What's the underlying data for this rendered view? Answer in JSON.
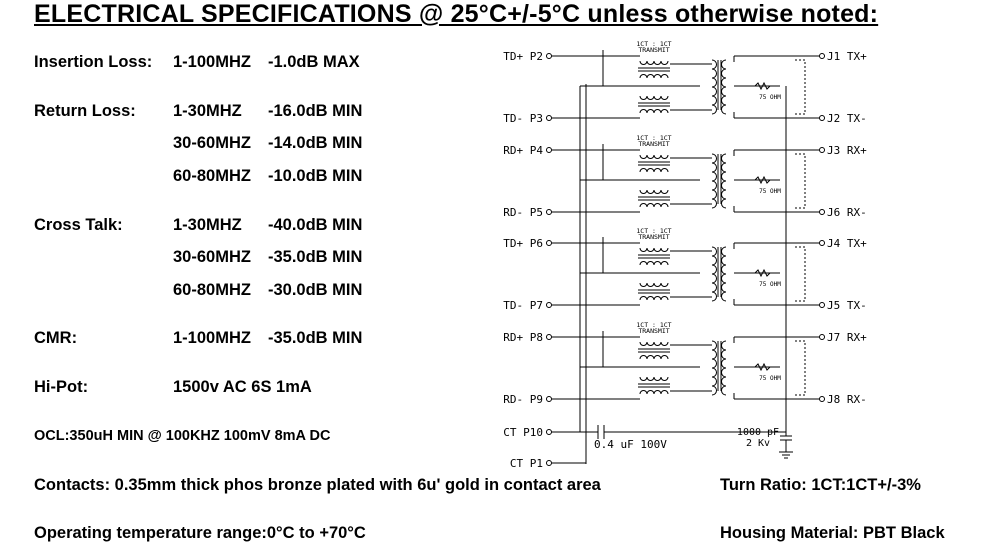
{
  "title": "ELECTRICAL SPECIFICATIONS @ 25°C+/-5°C unless otherwise noted:",
  "specs": {
    "insertion_loss": {
      "label": "Insertion Loss:",
      "range": "1-100MHZ",
      "value": "-1.0dB MAX"
    },
    "return_loss": {
      "label": "Return Loss:",
      "rows": [
        {
          "range": "1-30MHZ",
          "value": "-16.0dB MIN"
        },
        {
          "range": "30-60MHZ",
          "value": "-14.0dB MIN"
        },
        {
          "range": "60-80MHZ",
          "value": "-10.0dB MIN"
        }
      ]
    },
    "cross_talk": {
      "label": "Cross Talk:",
      "rows": [
        {
          "range": "1-30MHZ",
          "value": "-40.0dB MIN"
        },
        {
          "range": "30-60MHZ",
          "value": "-35.0dB MIN"
        },
        {
          "range": "60-80MHZ",
          "value": "-30.0dB MIN"
        }
      ]
    },
    "cmr": {
      "label": "CMR:",
      "range": "1-100MHZ",
      "value": "-35.0dB MIN"
    },
    "hipot": {
      "label": "Hi-Pot:",
      "value": "1500v AC 6S 1mA"
    },
    "ocl": "OCL:350uH MIN @ 100KHZ 100mV 8mA DC",
    "contacts": "Contacts: 0.35mm thick phos bronze plated with 6u' gold in contact area",
    "turn_ratio": "Turn Ratio: 1CT:1CT+/-3%",
    "temperature": "Operating temperature range:0°C to +70°C",
    "housing": "Housing Material: PBT Black"
  },
  "schematic": {
    "left_pins": [
      "TD+ P2",
      "TD- P3",
      "RD+ P4",
      "RD- P5",
      "TD+ P6",
      "TD- P7",
      "RD+ P8",
      "RD- P9",
      "CT P10",
      "CT P1"
    ],
    "right_pins": [
      "J1 TX+",
      "J2 TX-",
      "J3 RX+",
      "J6 RX-",
      "J4 TX+",
      "J5 TX-",
      "J7 RX+",
      "J8 RX-"
    ],
    "transformer_label_1": "1CT : 1CT",
    "transformer_label_2": "TRANSMIT",
    "resistor_label": "75 OHM",
    "cap_left_label": "0.4  uF 100V",
    "cap_right_label_1": "1000 pF",
    "cap_right_label_2": "2 Kv"
  }
}
